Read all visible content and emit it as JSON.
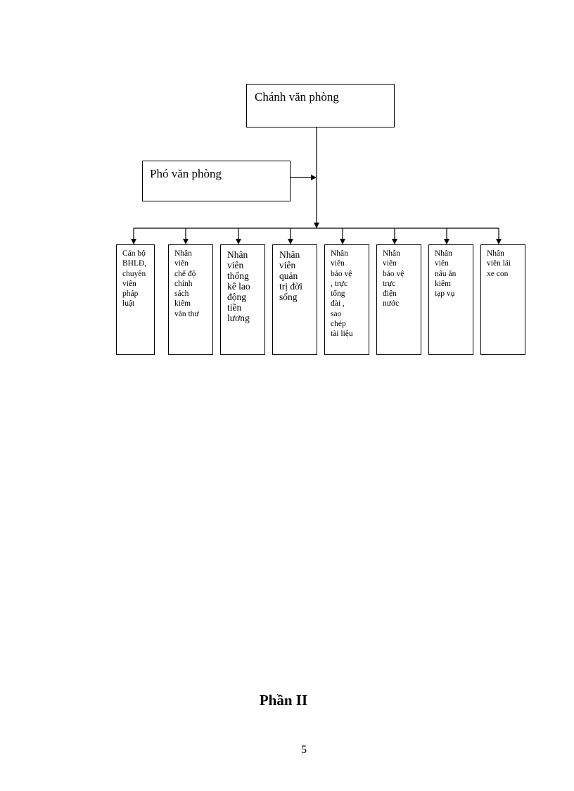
{
  "org_chart": {
    "head": {
      "label": "Chánh văn phòng"
    },
    "deputy": {
      "label": "Phó văn phòng"
    },
    "units": [
      {
        "label": "Cán bộ\nBHLĐ,\nchuyên\nviên\npháp\nluật"
      },
      {
        "label": "Nhân\nviên\nchế độ\nchính\nsách\nkiêm\nvăn thư"
      },
      {
        "label": "Nhân\nviên\nthống\nkê lao\nđộng\ntiền\nlương"
      },
      {
        "label": "Nhân\nviên\nquản\ntrị đời\nsống"
      },
      {
        "label": "Nhân\nviên\nbảo vệ\n, trực\ntổng\nđài ,\nsao\nchép\ntài liệu"
      },
      {
        "label": "Nhân\nviên\nbảo vệ\ntrực\nđiện\nnước"
      },
      {
        "label": "Nhân\nviên\nnấu ăn\nkiêm\ntạp vụ"
      },
      {
        "label": "Nhân\nviên lái\nxe  con"
      }
    ]
  },
  "section": {
    "title": "Phần II"
  },
  "footer": {
    "page_number": "5"
  }
}
